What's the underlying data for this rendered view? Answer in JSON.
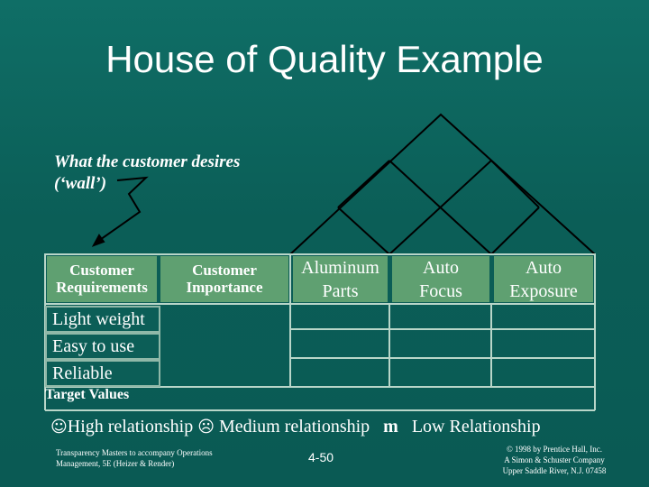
{
  "title": "House of Quality Example",
  "annotation": {
    "line1": "What the customer desires",
    "line2": "(‘wall’)"
  },
  "headers": {
    "customer_requirements": [
      "Customer",
      "Requirements"
    ],
    "customer_importance": [
      "Customer",
      "Importance"
    ]
  },
  "technical_attributes": [
    {
      "line1": "Aluminum",
      "line2": "Parts"
    },
    {
      "line1": "Auto",
      "line2": "Focus"
    },
    {
      "line1": "Auto",
      "line2": "Exposure"
    }
  ],
  "requirements": [
    "Light weight",
    "Easy to use",
    "Reliable"
  ],
  "target_values": "Target Values",
  "legend": {
    "high_symbol": "☺",
    "high_label": "High relationship",
    "medium_symbol": "☹",
    "medium_label": "Medium relationship",
    "low_symbol": "m",
    "low_label": "Low Relationship"
  },
  "footer": {
    "left_line1": "Transparency Masters to accompany Operations",
    "left_line2": "Management, 5E (Heizer & Render)",
    "page": "4-50",
    "right_line1": "© 1998 by Prentice Hall, Inc.",
    "right_line2": "A Simon & Schuster Company",
    "right_line3": "Upper Saddle River, N.J. 07458"
  },
  "colors": {
    "background": "#0b5e57",
    "header_cell": "#5fa071",
    "lines": "#000000"
  }
}
